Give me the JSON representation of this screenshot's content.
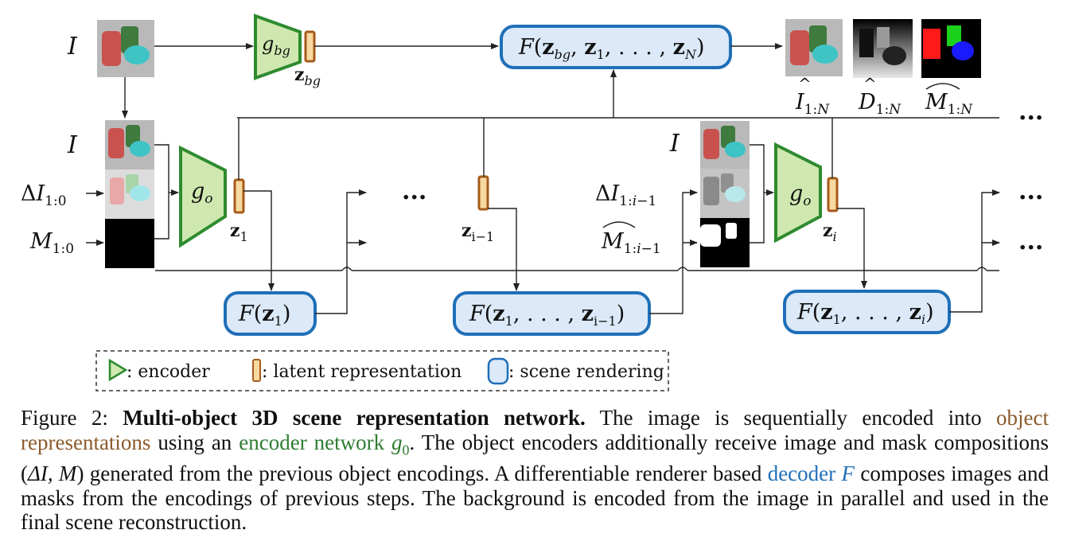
{
  "diagram": {
    "input_label": "I",
    "encoder_bg_label": "g_bg",
    "encoder_obj_label": "g_o",
    "z_bg_label": "z_bg",
    "z1_label": "z_1",
    "zi1_label": "z_{i−1}",
    "zi_label": "z_i",
    "delta_I_10": "ΔI_{1:0}",
    "M_10": "M_{1:0}",
    "delta_I_1i1": "ΔI_{1:i−1}",
    "M_hat_1i1": "M̂_{1:i−1}",
    "final_decoder": "F(z_bg, z_1, ..., z_N)",
    "decoder1": "F(z_1)",
    "decoder_i1": "F(z_1, ..., z_{i−1})",
    "decoder_i": "F(z_1, ..., z_i)",
    "out_I": "Î_{1:N}",
    "out_D": "D̂_{1:N}",
    "out_M": "M̂_{1:N}",
    "ellipsis": "...",
    "ellipsis_centered": "···"
  },
  "legend": {
    "encoder": ": encoder",
    "latent": ": latent representation",
    "scene": ": scene rendering"
  },
  "caption": {
    "prefix": "Figure 2: ",
    "bold": "Multi-object 3D scene representation network.",
    "t1": " The image is sequentially encoded into ",
    "object_repr": "object representations",
    "t2": " using an ",
    "encoder_network": "encoder network ",
    "g0": "g",
    "g0_sub": "0",
    "t3": ". The object encoders additionally receive image and mask compositions (",
    "delta": "ΔI, M",
    "t4": ") generated from the previous object encodings.  A differentiable renderer based ",
    "decoder_word": "decoder ",
    "F": "F",
    "t5": " composes images and masks from the encodings of previous steps. The background is encoded from the image in parallel and used in the final scene reconstruction."
  },
  "colors": {
    "encoder_stroke": "#2e8b2e",
    "encoder_fill": "#cfe8b0",
    "latent_stroke": "#a65a1a",
    "latent_fill": "#f7d9a0",
    "decoder_stroke": "#1f6fb8",
    "decoder_fill": "#dbe9f8",
    "caption_brown": "#8b5a2b",
    "caption_green": "#2e7d32",
    "caption_blue": "#1f6fb8"
  }
}
